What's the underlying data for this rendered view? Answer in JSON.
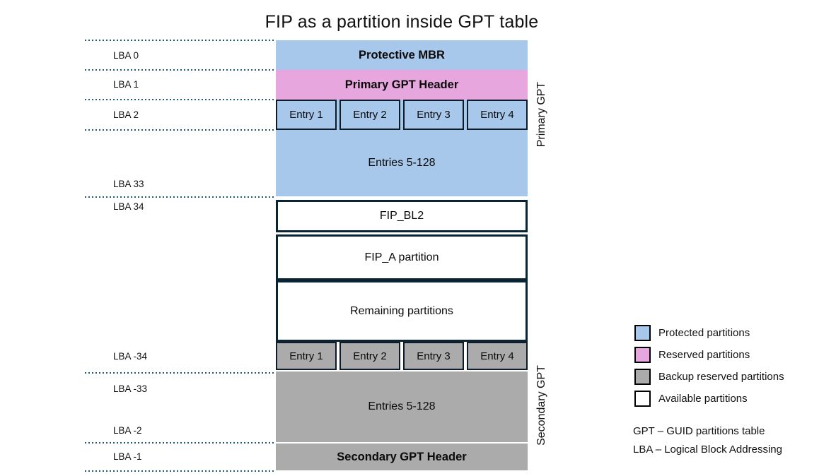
{
  "title": "FIP as a partition inside GPT table",
  "colors": {
    "protected": "#a7c8ea",
    "reserved": "#e8a6de",
    "backup": "#ababab",
    "available": "#ffffff",
    "dotted_line": "#1e5a70",
    "block_border": "#0a2433",
    "entry_border": "#0d1c28"
  },
  "lba_labels": [
    {
      "text": "LBA 0"
    },
    {
      "text": "LBA 1"
    },
    {
      "text": "LBA 2"
    },
    {
      "text": "LBA 33"
    },
    {
      "text": "LBA 34"
    },
    {
      "text": "LBA -34"
    },
    {
      "text": "LBA -33"
    },
    {
      "text": "LBA -2"
    },
    {
      "text": "LBA -1"
    }
  ],
  "blocks": {
    "protective_mbr": "Protective MBR",
    "primary_gpt_header": "Primary GPT Header",
    "primary_entries": [
      "Entry 1",
      "Entry 2",
      "Entry 3",
      "Entry 4"
    ],
    "primary_entries_rest": "Entries 5-128",
    "fip_bl2": "FIP_BL2",
    "fip_a": "FIP_A partition",
    "remaining": "Remaining partitions",
    "secondary_entries": [
      "Entry 1",
      "Entry 2",
      "Entry 3",
      "Entry 4"
    ],
    "secondary_entries_rest": "Entries 5-128",
    "secondary_gpt_header": "Secondary GPT Header"
  },
  "side_labels": {
    "primary": "Primary GPT",
    "secondary": "Secondary GPT"
  },
  "legend": [
    {
      "label": "Protected partitions",
      "color": "#a7c8ea"
    },
    {
      "label": "Reserved partitions",
      "color": "#e8a6de"
    },
    {
      "label": "Backup reserved partitions",
      "color": "#ababab"
    },
    {
      "label": "Available partitions",
      "color": "#ffffff"
    }
  ],
  "notes": [
    {
      "text": "GPT – GUID partitions table"
    },
    {
      "text": "LBA – Logical Block Addressing"
    }
  ]
}
